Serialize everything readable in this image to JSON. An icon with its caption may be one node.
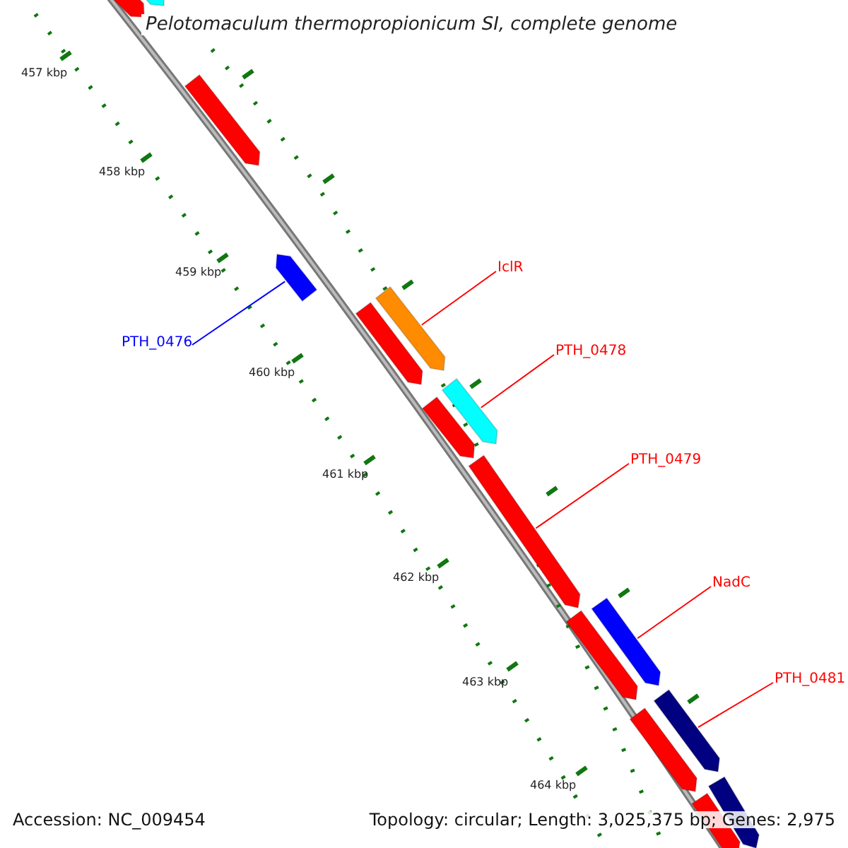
{
  "diagram": {
    "title": "Pelotomaculum thermopropionicum SI, complete genome",
    "nodes": [
      {
        "text": [
          "IclR"
        ]
      },
      {
        "text": [
          "PTH_0476"
        ]
      },
      {
        "text": [
          "PTH_0478"
        ]
      },
      {
        "text": [
          "PTH_0479"
        ]
      },
      {
        "text": [
          "NadC"
        ]
      },
      {
        "text": [
          "PTH_0481"
        ]
      },
      {
        "text": [],
        "shape": "bar"
      },
      {
        "text": [],
        "shape": "bar"
      },
      {
        "text": [],
        "shape": "bar"
      },
      {
        "text": [],
        "shape": "bar"
      },
      {
        "text": [],
        "shape": "bar"
      },
      {
        "text": [],
        "shape": "bar"
      },
      {
        "text": [],
        "shape": "bar"
      },
      {
        "text": [],
        "shape": "bar"
      },
      {
        "text": [],
        "shape": "bar"
      },
      {
        "text": [],
        "shape": "bar"
      },
      {
        "text": [],
        "shape": "bar"
      },
      {
        "text": [],
        "shape": "bar"
      },
      {
        "text": [],
        "shape": "bar"
      },
      {
        "text": [],
        "shape": "bar"
      },
      {
        "text": [],
        "shape": "bar"
      }
    ],
    "edges": [
      {
        "from": 0,
        "to": 10,
        "arrow": "none"
      },
      {
        "from": 1,
        "to": 9,
        "arrow": "none",
        "color": "#0000ff"
      },
      {
        "from": 2,
        "to": 12,
        "arrow": "none"
      },
      {
        "from": 3,
        "to": 14,
        "arrow": "none"
      },
      {
        "from": 4,
        "to": 15,
        "arrow": "none"
      },
      {
        "from": 5,
        "to": 17,
        "arrow": "none"
      }
    ],
    "labels": [
      "457 kbp",
      "458 kbp",
      "459 kbp",
      "460 kbp",
      "461 kbp",
      "462 kbp",
      "463 kbp",
      "464 kbp",
      "Accession: NC_009454",
      "Topology: circular; Length: 3,025,375 bp; Genes: 2,975"
    ]
  }
}
